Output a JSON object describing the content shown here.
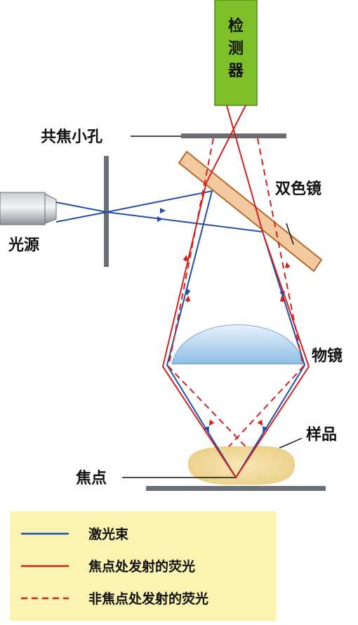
{
  "labels": {
    "detector_line1": "检",
    "detector_line2": "测",
    "detector_line3": "器",
    "pinhole": "共焦小孔",
    "light_source": "光源",
    "dichroic": "双色镜",
    "objective": "物镜",
    "sample": "样品",
    "focus": "焦点"
  },
  "legend": {
    "items": [
      {
        "label": "激光束",
        "color": "#1f4fa8",
        "style": "solid"
      },
      {
        "label": "焦点处发射的荧光",
        "color": "#d42020",
        "style": "solid"
      },
      {
        "label": "非焦点处发射的荧光",
        "color": "#d42020",
        "style": "dashed"
      }
    ]
  },
  "colors": {
    "laser": "#1f4fa8",
    "fluorescence": "#d42020",
    "detector_fill": "#7fbf2a",
    "legend_bg": "#fbf3b0",
    "dichroic_fill": "#f3c9a0",
    "sample_fill": "#f0dca0"
  }
}
